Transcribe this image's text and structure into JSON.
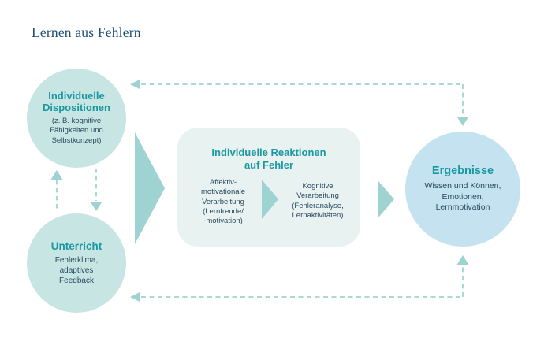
{
  "title": "Lernen aus Fehlern",
  "nodes": {
    "dispositions": {
      "heading": "Individuelle\nDispositionen",
      "sub": "(z. B. kognitive\nFähigkeiten und\nSelbstkonzept)"
    },
    "unterricht": {
      "heading": "Unterricht",
      "sub": "Fehlerklima,\nadaptives\nFeedback"
    },
    "reactions": {
      "heading": "Individuelle Reaktionen\nauf Fehler",
      "affective": "Affektiv-\nmotivationale\nVerarbeitung\n(Lernfreude/\n-motivation)",
      "cognitive": "Kognitive\nVerarbeitung\n(Fehleranalyse,\nLernaktivitäten)"
    },
    "results": {
      "heading": "Ergebnisse",
      "sub": "Wissen und Können,\nEmotionen,\nLernmotivation"
    }
  },
  "colors": {
    "accent_teal_heading": "#1b97a2",
    "dark_body_text": "#2b4a63",
    "title_navy": "#1e4e78",
    "input_circle_fill": "#c7e5e2",
    "results_circle_fill": "#c4e2ef",
    "reactions_box_fill": "#e7f2f1",
    "solid_arrow_fill": "#9ed3d1",
    "dashed_line": "#a9d8d5"
  }
}
